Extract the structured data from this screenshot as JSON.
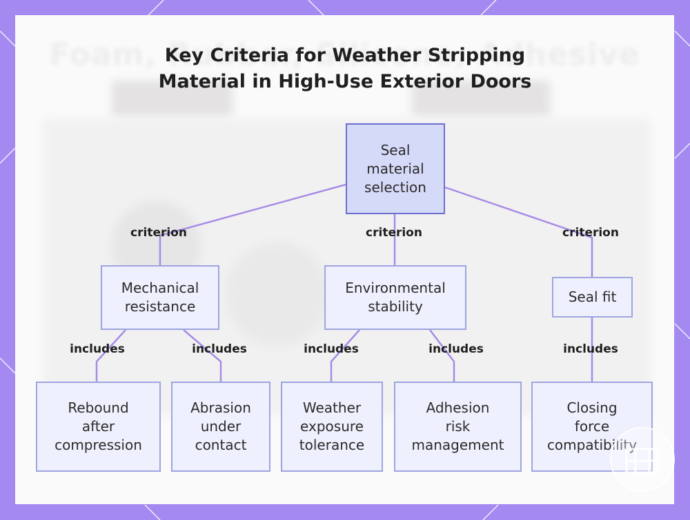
{
  "title_lines": [
    "Key Criteria for Weather Stripping",
    "Material in High-Use Exterior Doors"
  ],
  "background_text": "Foam, Rubber, Silicone, Adhesive",
  "nodes": {
    "root": "Seal\nmaterial\nselection",
    "mechanical": "Mechanical\nresistance",
    "environmental": "Environmental\nstability",
    "fit": "Seal fit",
    "rebound": "Rebound\nafter\ncompression",
    "abrasion": "Abrasion\nunder\ncontact",
    "weather": "Weather\nexposure\ntolerance",
    "adhesion": "Adhesion\nrisk\nmanagement",
    "closing": "Closing\nforce\ncompatibility"
  },
  "edge_labels": {
    "criterion": "criterion",
    "includes": "includes"
  },
  "colors": {
    "frame": "#a48af0",
    "card": "#fafafb",
    "root_fill": "#d6daf9",
    "root_border": "#6d6fcf",
    "node_fill": "#eef0fd",
    "node_border": "#9ea4e0",
    "edge": "#a78be6"
  }
}
